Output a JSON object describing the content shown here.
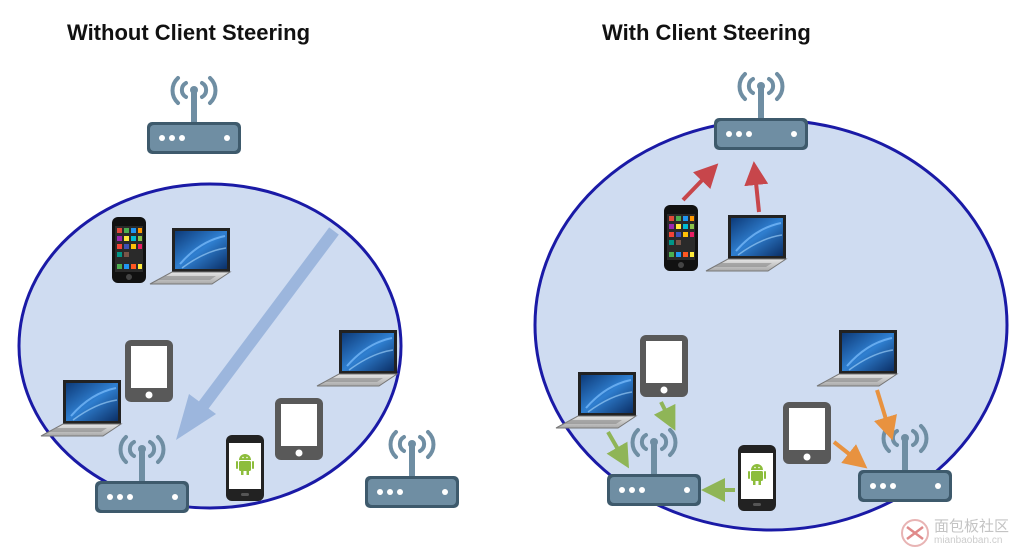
{
  "titles": {
    "left": "Without Client Steering",
    "right": "With Client Steering"
  },
  "watermark": {
    "name": "面包板社区",
    "site": "mianbaoban.cn"
  },
  "colors": {
    "coverage_fill": "#cfdcf1",
    "coverage_stroke": "#1a1aa6",
    "router_body": "#6f8ea3",
    "router_border": "#3e5a6c",
    "steer_up_arrow": "#c7464b",
    "steer_down_arrow": "#8fb557",
    "steer_right_arrow": "#e8923f",
    "sticky_client_arrow": "#9cb6dd",
    "tablet_gray": "#595959",
    "android_green": "#8dbd3c"
  },
  "icons": [
    "router-icon",
    "wifi-signal-icon",
    "smartphone-icon",
    "laptop-icon",
    "tablet-icon",
    "android-phone-icon"
  ]
}
